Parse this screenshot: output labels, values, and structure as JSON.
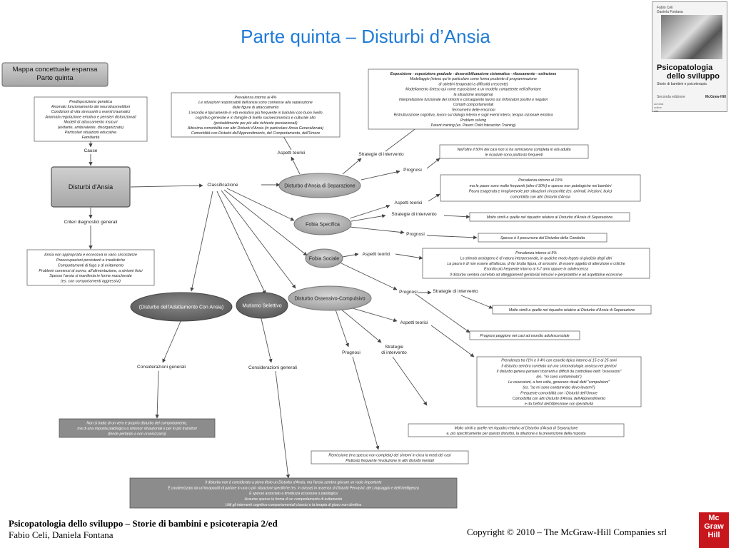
{
  "header": {
    "title": "Parte quinta – Disturbi d’Ansia"
  },
  "footer": {
    "book_title": "Psicopatologia dello sviluppo – Storie di bambini e psicoterapia 2/ed",
    "authors": "Fabio Celi, Daniela Fontana",
    "copyright": "Copyright © 2010 – The McGraw-Hill Companies srl",
    "publisher_logo": [
      "Mc",
      "Graw",
      "Hill"
    ]
  },
  "book_cover": {
    "authors_lines": [
      "Fabio Celi",
      "Daniela Fontana"
    ],
    "title_lines": [
      "Psicopatologia",
      "dello sviluppo"
    ],
    "subtitle": "Storie di bambini e psicoterapia",
    "edition": "Seconda edizione",
    "publisher": "McGraw-Hill",
    "logo_lines": [
      "acrobat",
      "online",
      "site"
    ]
  },
  "diagram": {
    "map_title": [
      "Mappa concettuale espansa",
      "Parte quinta"
    ],
    "nodes": {
      "disturbi": "Disturbi d'Ansia",
      "separazione": "Disturbo d'Ansia di Separazione",
      "fobia_specifica": "Fobia Specifica",
      "fobia_sociale": "Fobia Sociale",
      "ossessivo": "Disturbo Ossessivo-Compulsivo",
      "adattamento": "(Disturbo dell'Adattamento Con Ansia)",
      "mutismo": "Mutismo Selettivo"
    },
    "labels": {
      "cause": "Cause",
      "criteri": "Criteri diagnostici generali",
      "classificazione": "Classificazione",
      "aspetti_sep": "Aspetti teorici",
      "strategie_sep": "Strategie di intervento",
      "prognosi_sep": "Prognosi",
      "aspetti_fspec": "Aspetti teorici",
      "strategie_fspec": "Strategie di intervento",
      "prognosi_fspec": "Prognosi",
      "aspetti_fsoc": "Aspetti teorici",
      "prognosi_fsoc": "Prognosi",
      "strategie_fsoc": "Strategie di intervento",
      "aspetti_doc": "Aspetti teorici",
      "strategie_doc": [
        "Strategie",
        "di intervento"
      ],
      "prognosi_doc": "Prognosi",
      "consid_adatt": "Considerazioni generali",
      "consid_mut": "Considerazioni generali"
    },
    "boxes": {
      "cause": [
        "Predisposizione genetica",
        "Anomalo funzionamento dei neurotrasmettitori",
        "Condizioni di vita stressanti o eventi traumatici",
        "Anomala regolazione emotiva e pensieri disfunzionali",
        "Modelli di attaccamento insicuri",
        "(evitante, ambivalente, disorganizzato)",
        "Particolari situazioni educative",
        "Familiarità"
      ],
      "criteri": [
        "Ansia non appropriata e eccessiva in vario circostanze",
        "Preoccupazioni persistenti e irrealistiche",
        "Comportamenti di fuga e di evitamento",
        "Problemi connessi al sonno, all'alimentazione, a sintomi fisici",
        "Spesso l'ansia si manifesta in forme mascherate",
        "(es. con comportamenti aggressivi)"
      ],
      "aspetti_sep": [
        "Prevalenza intorno al 4%",
        "Le situazioni responsabili dell'ansia sono connesse alla separazione",
        "dalle figure di attaccamento",
        "L'esordio è tipicamente in età evolutiva più frequente in bambini con buon livello",
        "cognitivo generale e in famiglie di livello socioeconomico e culturale alto",
        "(probabilmente per più alte richieste prestazionali)",
        "Altissima comorbilità con altri Disturbi d'Ansia (in particolare Ansia Generalizzata)",
        "Comorbilità con Disturbi dell'Apprendimento, del Comportamento, dell'Umore"
      ],
      "strategie_sep": [
        "Esposizione - esposizione graduale - desensibilizzazione sistematica - rilassamento - estinzione",
        "Modellaggio (inteso qui in particolare come forma prudente di programmazione",
        "di obiettivi terapeutici a difficoltà crescente)",
        "Modellamento (inteso qui come esposizione a un modello competente nell'affrontare",
        "la situazione ansiogena)",
        "Interpretazione funzionale dei sintomi e conseguente lavoro sui rinforzatori positivi e negativi",
        "Compiti comportamentali",
        "Termometro delle emozioni",
        "Ristrutturazione cognitiva, lavoro sul dialogo interno e sugli eventi interni, terapia razionale emotiva",
        "Problem solving",
        "Parent training (es. Parent Child Interaction Training)"
      ],
      "prognosi_sep": [
        "Nell'oltre il 50% dei casi non si ha remissione completa in età adulta",
        "le ricadute sono piuttosto frequenti"
      ],
      "aspetti_fspec": [
        "Prevalenza intorno al 10%",
        "ma le paure sono molto frequenti (oltre il 30%) e spesso non patologiche nei bambini",
        "Paura esagerata e irragionevole per situazioni circoscritte (es. animali, iniezioni, buio)",
        "comorbilità con altri Disturbi d'Ansia"
      ],
      "strategie_fspec": [
        "Molto simili a quelle nel riquadro relativo al Disturbo d'Ansia di Separazione"
      ],
      "prognosi_fspec": [
        "Spesso è il precursore del Disturbo della Condotta"
      ],
      "aspetti_fsoc": [
        "Prevalenza intorno al 5%",
        "Lo stimolo ansiogeno è di natura interpersonale, in qualche modo legato al giudizio degli altri",
        "La paura è di non essere all'altezza, di far brutta figura, di arrossire, di essere oggetto di attenzione e critiche",
        "Esordio più frequente intorno ai 5-7 anni oppure in adolescenza",
        "Il disturbo sembra correlato ad atteggiamenti genitoriali intrusivi e iperprotettivi e ad aspettative eccessive"
      ],
      "strategie_fsoc": [
        "Molto simili a quelle nel riquadro relativo al Disturbo d'Ansia di Separazione"
      ],
      "prognosi_fsoc": [
        "Prognosi peggiore nei casi ad esordio adolescenziale"
      ],
      "aspetti_doc": [
        "Prevalenza tra l'1% e il 4% con esordio tipico intorno ai 15 e ai 25 anni",
        "Il disturbo sembra correlato ad una sintomatologia ansiosa nei genitori",
        "Il disturbo genera pensieri ricorrenti e difficili da controllare detti \"ossessioni\"",
        "(es. \"mi sono contaminato\")",
        "Le ossessioni, a loro volta, generano rituali detti \"compulsioni\"",
        "(es. \"se mi sono contaminato devo lavarmi\")",
        "Frequente comorbilità con i Disturbi dell'Umore",
        "Comorbilità con altri Disturbi d'Ansia, dell'Apprendimento",
        "e da Deficit dell'Attenzione con Iperattività"
      ],
      "strategie_doc": [
        "Molto simili a quelle nel riquadro relativo al Disturbo d'Ansia di Separazione",
        "e, più specificamente per questo disturbo, la dilazione e la prevenzione della risposta"
      ],
      "prognosi_doc": [
        "Remissione (ma spesso non completa) dei sintomi in circa la metà dei casi",
        "Piuttosto frequente l'evoluzione in altri disturbi mentali"
      ],
      "consid_adatt": [
        "Non si tratta di un vero e proprio disturbo del comportamento,",
        "ma di una risposta patologica a stressor situazionali e per lo più transitori",
        "(tende pertanto a non cronicizzarsi)"
      ],
      "consid_mut": [
        "Il disturbo non è considerato a pieno titolo un Disturbo d'Ansia, ma l'ansia sembra giocare un ruolo importante",
        "È caratterizzato da un'incapacità di parlare in una o più situazioni specifiche (es. in classe) in assenza di Disturbi Pervasivi, del Linguaggio e dell'Intelligenza",
        "È spesso associato a timidezza eccessiva o patologica",
        "Assume spesso la forma di un comportamento di evitamento",
        "Utili gli interventi cognitivo-comportamentali classici e la terapia di gioco non direttiva"
      ]
    }
  }
}
